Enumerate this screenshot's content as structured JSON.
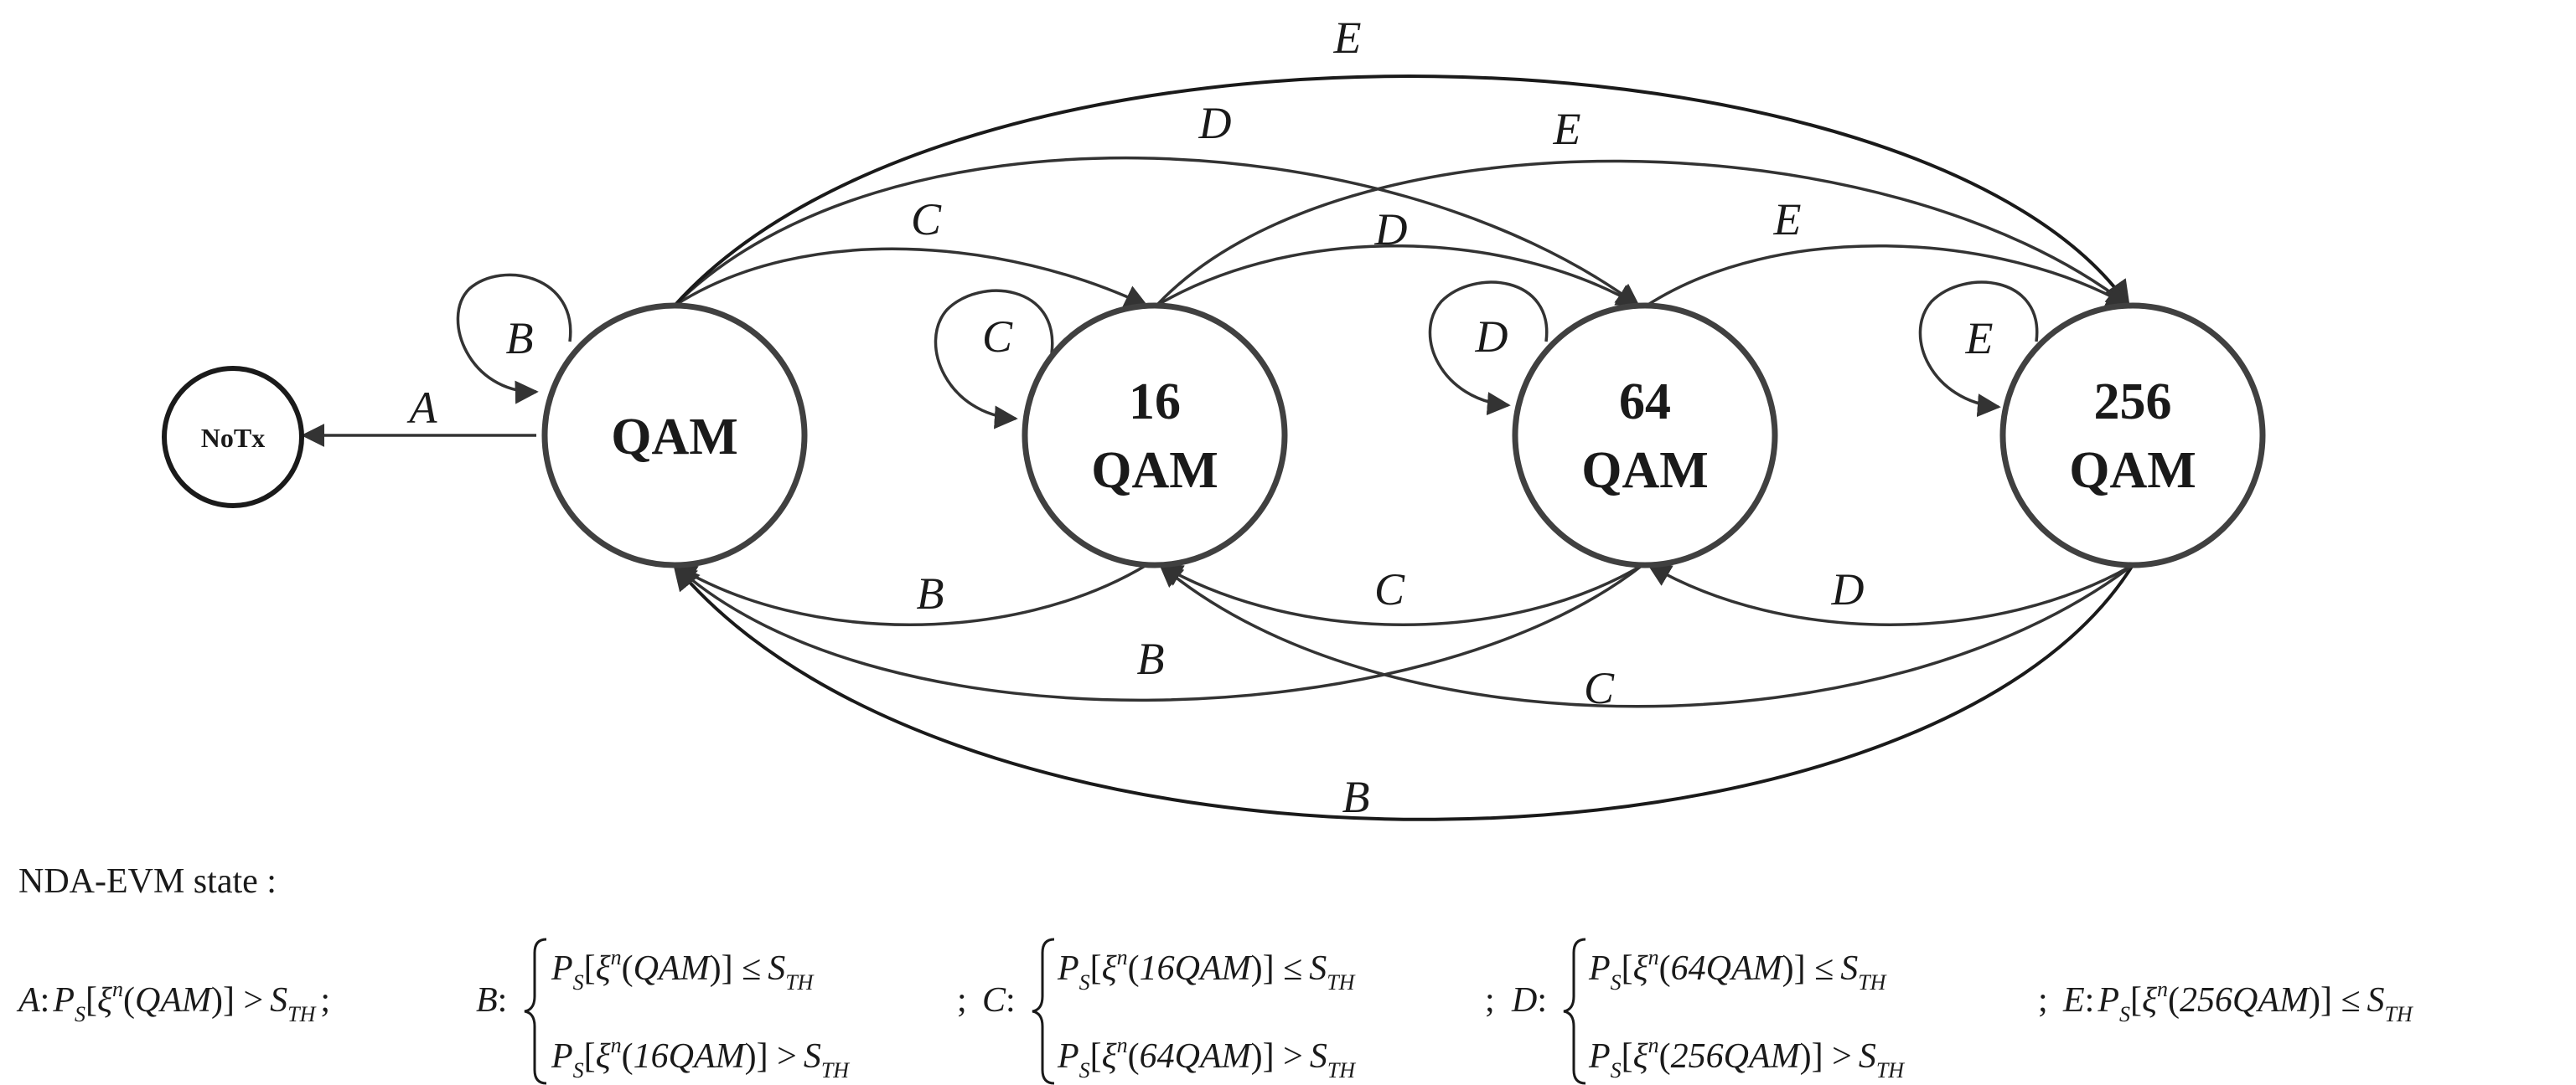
{
  "states": {
    "notx": "NoTx",
    "qam": "QAM",
    "qam16": [
      "16",
      "QAM"
    ],
    "qam64": [
      "64",
      "QAM"
    ],
    "qam256": [
      "256",
      "QAM"
    ]
  },
  "edge_labels": {
    "A": "A",
    "B": "B",
    "C": "C",
    "D": "D",
    "E": "E"
  },
  "legend": {
    "title": "NDA-EVM state :",
    "separator": ";",
    "rel_gt": ">",
    "rel_le": "≤",
    "A": {
      "name": "A",
      "arg": "QAM",
      "rel": ">"
    },
    "B": {
      "name": "B",
      "rows": [
        {
          "arg": "QAM",
          "rel": "≤"
        },
        {
          "arg": "16QAM",
          "rel": ">"
        }
      ]
    },
    "C": {
      "name": "C",
      "rows": [
        {
          "arg": "16QAM",
          "rel": "≤"
        },
        {
          "arg": "64QAM",
          "rel": ">"
        }
      ]
    },
    "D": {
      "name": "D",
      "rows": [
        {
          "arg": "64QAM",
          "rel": "≤"
        },
        {
          "arg": "256QAM",
          "rel": ">"
        }
      ]
    },
    "E": {
      "name": "E",
      "arg": "256QAM",
      "rel": "≤"
    },
    "P": "P",
    "S_sub": "S",
    "xi": "ξ",
    "n_sup": "n",
    "S_th": "S",
    "TH_sub": "TH"
  }
}
